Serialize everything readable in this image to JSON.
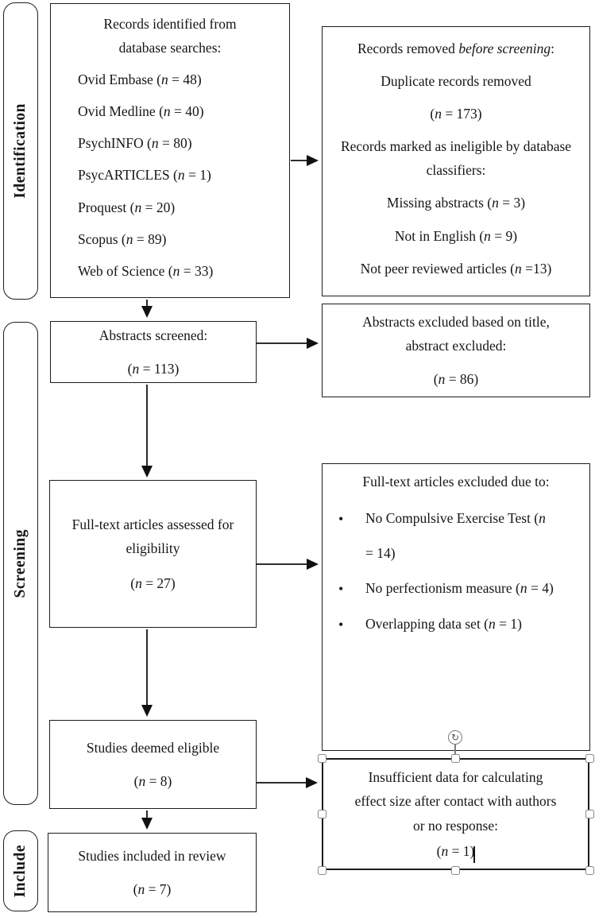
{
  "sidebar": {
    "identification_label": "Identification",
    "screening_label": "Screening",
    "include_label": "Include"
  },
  "boxes": {
    "identified": {
      "title": "Records identified from database searches:",
      "items": [
        "Ovid Embase (*n* = 48)",
        "Ovid Medline (*n* = 40)",
        "PsychINFO (*n* = 80)",
        "PsycARTICLES (*n* = 1)",
        "Proquest (*n* = 20)",
        "Scopus (*n* = 89)",
        "Web of Science (*n* = 33)"
      ]
    },
    "removed": {
      "title": "Records removed *before screening*:",
      "lines": [
        "Duplicate records removed",
        "(*n* = 173)",
        "Records marked as ineligible by database classifiers:",
        "Missing abstracts (*n* = 3)",
        "Not in English (*n* = 9)",
        "Not peer reviewed articles (*n* =13)"
      ]
    },
    "abstracts_screened": {
      "line1": "Abstracts screened:",
      "count": "(*n* = 113)"
    },
    "abstracts_excluded": {
      "line1": "Abstracts excluded based on title, abstract excluded:",
      "count": "(*n* = 86)"
    },
    "fulltext_assessed": {
      "line1": "Full-text articles assessed for eligibility",
      "count": "(*n* = 27)"
    },
    "fulltext_excluded": {
      "title": "Full-text articles excluded due to:",
      "bullet_glyph": "•",
      "bullets": [
        "No Compulsive Exercise Test (*n* = 14)",
        "No perfectionism measure (*n* = 4)",
        "Overlapping data set (*n* = 1)"
      ]
    },
    "deemed_eligible": {
      "line1": "Studies deemed eligible",
      "count": "(*n* = 8)"
    },
    "insufficient_data": {
      "line1": "Insufficient data for calculating effect size after contact with authors or no response:",
      "count": "(*n* = 1)"
    },
    "included": {
      "line1": "Studies included in review",
      "count": "(*n* = 7)"
    }
  },
  "selection": {
    "rotate_glyph": "↻"
  },
  "colors": {
    "ink": "#151515",
    "border": "#1c1c1c",
    "handle_border": "#8a8a8a"
  }
}
